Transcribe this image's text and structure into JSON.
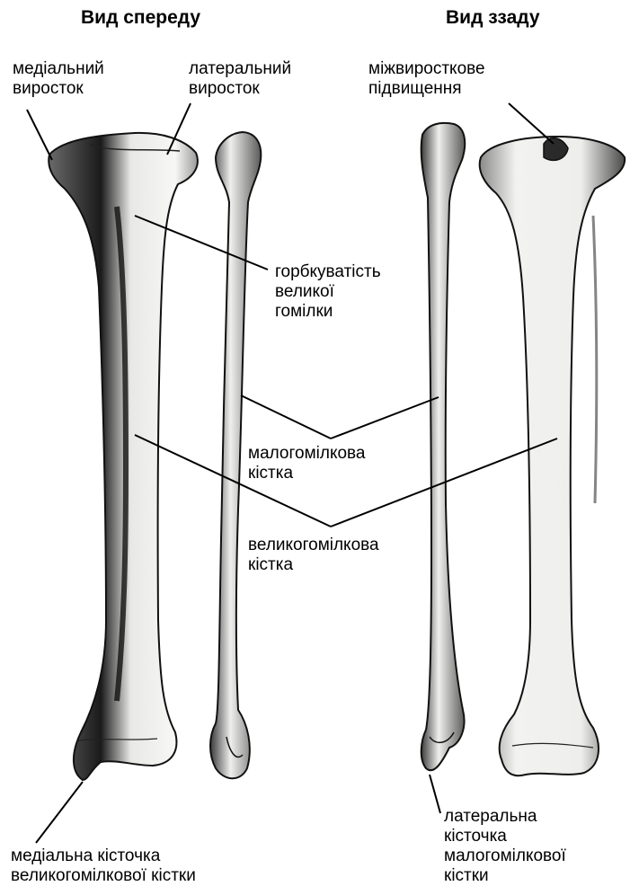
{
  "titles": {
    "front": "Вид спереду",
    "back": "Вид ззаду"
  },
  "labels": {
    "medial_condyle": "медіальний\nвиросток",
    "lateral_condyle": "латеральний\nвиросток",
    "intercondylar_eminence": "міжвиросткове\nпідвищення",
    "tibial_tuberosity": "горбкуватість\nвеликої\nгомілки",
    "fibula": "малогомілкова\nкістка",
    "tibia": "великогомілкова\nкістка",
    "medial_malleolus": "медіальна кісточка\nвеликогомілкової кістки",
    "lateral_malleolus": "латеральна\nкісточка\nмалогомілкової\nкістки"
  },
  "colors": {
    "bone_fill": "#f4f4f2",
    "bone_shade": "#2a2a2a",
    "line": "#000000"
  }
}
